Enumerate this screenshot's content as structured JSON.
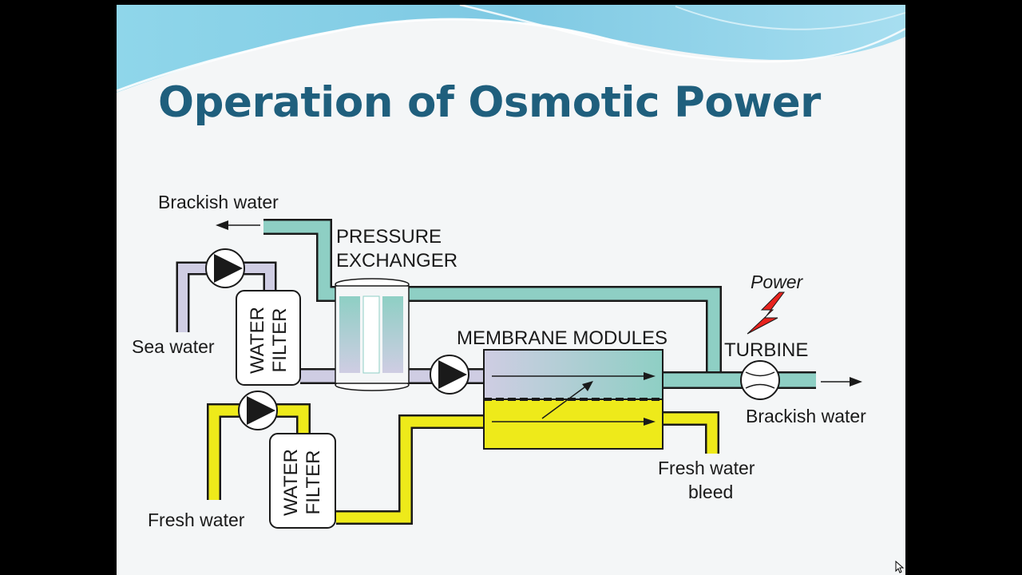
{
  "slide": {
    "title": "Operation of Osmotic Power"
  },
  "diagram": {
    "labels": {
      "brackish_water_out": "Brackish water",
      "pressure_exchanger_line1": "PRESSURE",
      "pressure_exchanger_line2": "EXCHANGER",
      "sea_water": "Sea water",
      "water_filter_line1": "WATER",
      "water_filter_line2": "FILTER",
      "membrane_modules": "MEMBRANE MODULES",
      "power": "Power",
      "turbine": "TURBINE",
      "brackish_water_outlet": "Brackish water",
      "fresh_water_bleed_line1": "Fresh water",
      "fresh_water_bleed_line2": "bleed",
      "fresh_water": "Fresh water"
    },
    "colors": {
      "brackish_pipe": "#8ecfc4",
      "seawater_pipe": "#cfcde3",
      "freshwater_pipe": "#eeea1a",
      "outline": "#1a1a1a",
      "power_bolt": "#e8231e",
      "title": "#1f5f7d"
    }
  }
}
